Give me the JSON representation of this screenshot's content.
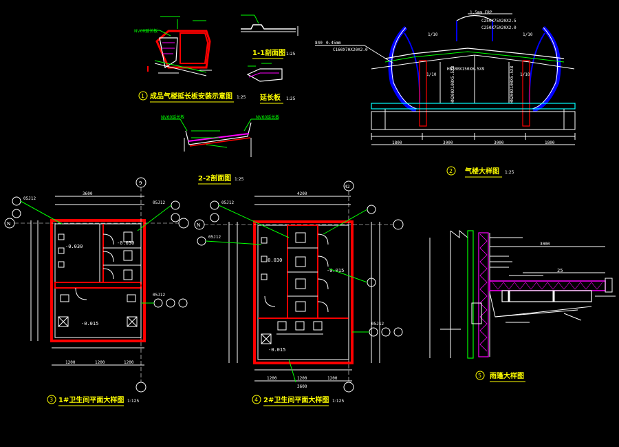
{
  "titles": {
    "t1": "成品气楼延长板安装示意图",
    "t1_scale": "1:25",
    "t1_num": "1",
    "s11": "1-1剖面图",
    "s11_scale": "1:25",
    "ext": "延长板",
    "ext_scale": "1:25",
    "s22": "2-2剖面图",
    "s22_scale": "1:25",
    "t2": "气楼大样图",
    "t2_scale": "1:25",
    "t2_num": "2",
    "t3": "1#卫生间平面大样图",
    "t3_scale": "1:125",
    "t3_num": "3",
    "t4": "2#卫生间平面大样图",
    "t4_scale": "1:125",
    "t4_num": "4",
    "t5": "雨篷大样图",
    "t5_num": "5"
  },
  "labels": {
    "nv60a": "NV60延长板",
    "nv60b": "NV60延长板",
    "nv60c": "NV60延长板",
    "spec1": "1.5mm FRP",
    "spec2": "C250X75X20X2.5",
    "spec3": "C250X75X20X2.0",
    "spec4": "840",
    "spec5": "0.45mm",
    "spec6": "C160X70X20X2.0",
    "spec7": "HN300X150X6.5X9",
    "spec8": "HN200X100X5.5X8",
    "spec9": "HN200X100X5.5X8",
    "slope1": "1/10",
    "slope2": "1/10",
    "slope3": "1/10",
    "slope4": "1/10"
  },
  "dims": {
    "qd": [
      "1800",
      "3000",
      "3000",
      "1800"
    ],
    "p1": [
      "1200",
      "1200",
      "1200"
    ],
    "p2": [
      "1200",
      "1200",
      "1200"
    ],
    "p1_total": "3600",
    "p2_total": "3600",
    "p2_top": "4200"
  },
  "levels": {
    "a": "-0.030",
    "b": "-0.030",
    "c": "-0.015",
    "d": "-0.030",
    "e": "-0.015",
    "f": "-0.015"
  },
  "axes": {
    "n": "N",
    "nine": "9",
    "fortytwo": "42"
  },
  "refs": {
    "r1": "05J12",
    "r2": "05J12",
    "r3": "05J12",
    "r4": "05J12",
    "r5": "05J12",
    "r6": "05J12"
  },
  "canopy": {
    "dim_top": "3000",
    "dim_mid": "25"
  },
  "colors": {
    "white": "#ffffff",
    "yellow": "#ffff00",
    "green": "#00ff00",
    "red": "#ff0000",
    "blue": "#0000ff",
    "cyan": "#00ffff",
    "magenta": "#ff00ff"
  }
}
